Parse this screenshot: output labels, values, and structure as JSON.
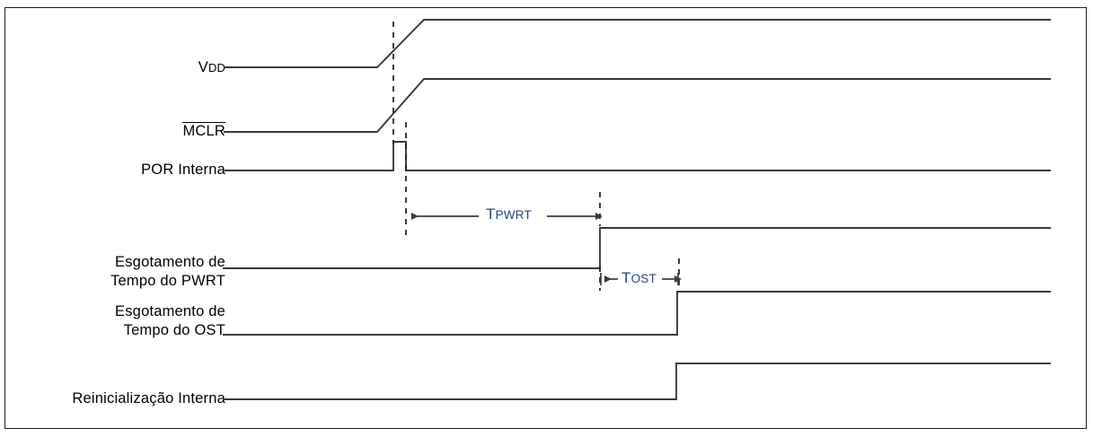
{
  "figure": {
    "kind": "timing-diagram",
    "language": "pt-BR",
    "border_color": "#1a1a1a",
    "waveform_color": "#3a3a3a",
    "annotation_color": "#25457a"
  },
  "signals": [
    {
      "id": "vdd",
      "label_main": "V",
      "label_sub": "DD",
      "overline": false,
      "two_line": false
    },
    {
      "id": "mclr",
      "label_main": "MCLR",
      "label_sub": "",
      "overline": true,
      "two_line": false
    },
    {
      "id": "por",
      "label_main": "POR Interna",
      "label_sub": "",
      "overline": false,
      "two_line": false
    },
    {
      "id": "pwrt",
      "label_line1": "Esgotamento de",
      "label_line2": "Tempo do PWRT",
      "overline": false,
      "two_line": true
    },
    {
      "id": "ost",
      "label_line1": "Esgotamento de",
      "label_line2": "Tempo do OST",
      "overline": false,
      "two_line": true
    },
    {
      "id": "reset",
      "label_main": "Reinicialização Interna",
      "label_sub": "",
      "overline": false,
      "two_line": false
    }
  ],
  "timing_marks": [
    {
      "id": "tpwrt",
      "main": "T",
      "sub": "PWRT"
    },
    {
      "id": "tost",
      "main": "T",
      "sub": "OST"
    }
  ],
  "chart_data": {
    "type": "line",
    "title": "",
    "xlabel": "",
    "ylabel": "",
    "x_axis_is_time": true,
    "series": [
      {
        "name": "VDD",
        "kind": "ramp",
        "points": [
          [
            249,
            "low"
          ],
          [
            420,
            "low"
          ],
          [
            472,
            "high"
          ],
          [
            1170,
            "high"
          ]
        ],
        "low_y": 75,
        "high_y": 22
      },
      {
        "name": "MCLR",
        "kind": "ramp",
        "points": [
          [
            249,
            "low"
          ],
          [
            420,
            "low"
          ],
          [
            472,
            "high"
          ],
          [
            1170,
            "high"
          ]
        ],
        "low_y": 147,
        "high_y": 88
      },
      {
        "name": "POR Interna",
        "kind": "pulse",
        "points": [
          [
            250,
            "low"
          ],
          [
            438,
            "low"
          ],
          [
            438,
            "high"
          ],
          [
            452,
            "high"
          ],
          [
            452,
            "low"
          ],
          [
            1170,
            "low"
          ]
        ],
        "low_y": 190,
        "high_y": 158
      },
      {
        "name": "Esgotamento de Tempo do PWRT",
        "kind": "step",
        "points": [
          [
            248,
            "low"
          ],
          [
            668,
            "low"
          ],
          [
            668,
            "high"
          ],
          [
            1170,
            "high"
          ]
        ],
        "low_y": 299,
        "high_y": 254
      },
      {
        "name": "Esgotamento de Tempo do OST",
        "kind": "step",
        "points": [
          [
            248,
            "low"
          ],
          [
            754,
            "low"
          ],
          [
            754,
            "high"
          ],
          [
            1170,
            "high"
          ]
        ],
        "low_y": 373,
        "high_y": 325
      },
      {
        "name": "Reinicialização Interna",
        "kind": "step",
        "points": [
          [
            248,
            "low"
          ],
          [
            753,
            "low"
          ],
          [
            753,
            "high"
          ],
          [
            1170,
            "high"
          ]
        ],
        "low_y": 445,
        "high_y": 405
      }
    ],
    "vertical_guides": [
      {
        "x": 438,
        "y1": 24,
        "y2": 160,
        "style": "dashed"
      },
      {
        "x": 452,
        "y1": 136,
        "y2": 262,
        "style": "dashed"
      },
      {
        "x": 668,
        "y1": 214,
        "y2": 254,
        "style": "dashed"
      },
      {
        "x": 668,
        "y1": 297,
        "y2": 322,
        "style": "dashed"
      },
      {
        "x": 756,
        "y1": 290,
        "y2": 325,
        "style": "dashed"
      }
    ],
    "intervals": [
      {
        "label": "TPWRT",
        "x_start": 452,
        "x_end": 668,
        "y": 241
      },
      {
        "label": "TOST",
        "x_start": 668,
        "x_end": 756,
        "y": 311
      }
    ]
  }
}
